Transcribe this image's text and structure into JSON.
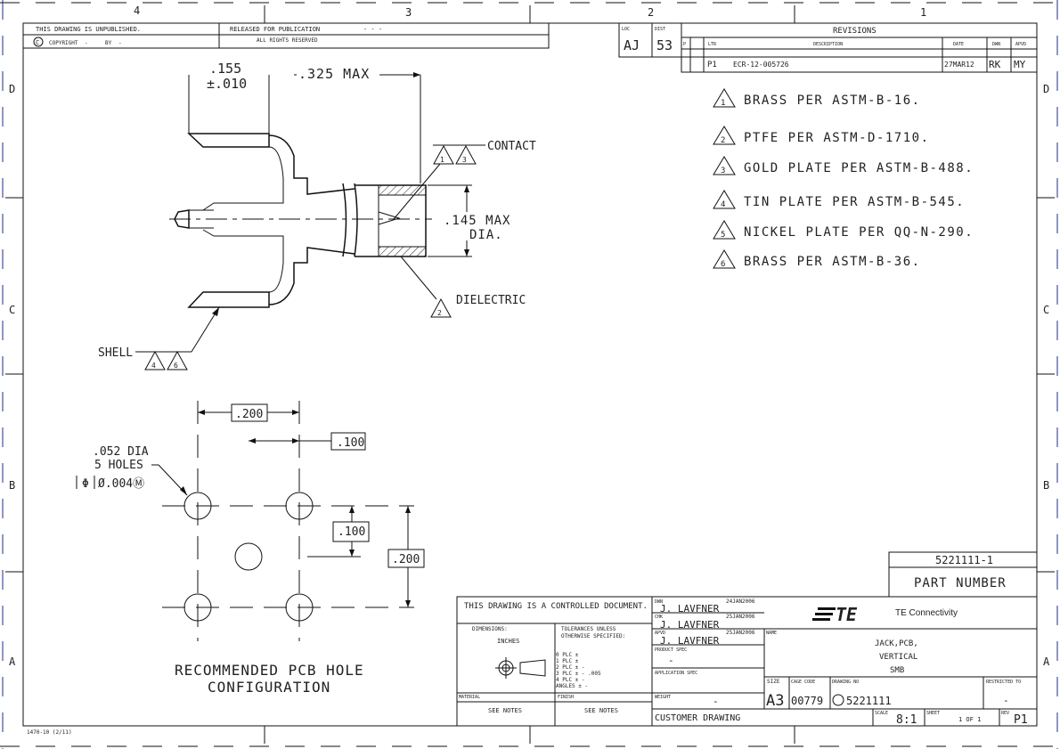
{
  "zones": {
    "columns": [
      "4",
      "3",
      "2",
      "1"
    ],
    "rows": [
      "D",
      "C",
      "B",
      "A"
    ]
  },
  "header": {
    "unpublished": "THIS DRAWING IS UNPUBLISHED.",
    "released": "RELEASED FOR PUBLICATION",
    "copyright": "COPYRIGHT",
    "copyright_by": "BY",
    "rights": "ALL RIGHTS RESERVED",
    "loc_label": "LOC",
    "loc": "AJ",
    "dist_label": "DIST",
    "dist": "53"
  },
  "revisions": {
    "title": "REVISIONS",
    "columns": [
      "P",
      "LTR",
      "DESCRIPTION",
      "DATE",
      "DWN",
      "APVD"
    ],
    "rows": [
      {
        "ltr": "P1",
        "description": "ECR-12-005726",
        "date": "27MAR12",
        "dwn": "RK",
        "apvd": "MY"
      }
    ]
  },
  "notes": [
    {
      "num": "1",
      "text": "BRASS PER ASTM-B-16."
    },
    {
      "num": "2",
      "text": "PTFE PER ASTM-D-1710."
    },
    {
      "num": "3",
      "text": "GOLD PLATE PER ASTM-B-488."
    },
    {
      "num": "4",
      "text": "TIN PLATE PER ASTM-B-545."
    },
    {
      "num": "5",
      "text": "NICKEL PLATE PER QQ-N-290."
    },
    {
      "num": "6",
      "text": "BRASS PER ASTM-B-36."
    }
  ],
  "side_view": {
    "dim_width": ".155",
    "dim_tol": "±.010",
    "dim_length": ".325 MAX",
    "dim_dia": ".145 MAX",
    "dim_dia2": "DIA.",
    "label_contact": "CONTACT",
    "contact_flags": [
      "1",
      "3"
    ],
    "label_dielectric": "DIELECTRIC",
    "dielectric_flag": "2",
    "label_shell": "SHELL",
    "shell_flags": [
      "4",
      "6"
    ]
  },
  "pcb_layout": {
    "dim_200a": ".200",
    "dim_100a": ".100",
    "hole_dia": ".052 DIA",
    "hole_count": "5 HOLES",
    "position_tol": "Ø.004Ⓜ",
    "dim_100b": ".100",
    "dim_200b": ".200",
    "caption1": "RECOMMENDED PCB HOLE",
    "caption2": "CONFIGURATION"
  },
  "title_block": {
    "part_number_value": "5221111-1",
    "part_number_label": "PART NUMBER",
    "controlled": "THIS DRAWING IS A CONTROLLED DOCUMENT.",
    "dwn_label": "DWN",
    "dwn_name": "J. LAVFNER",
    "dwn_date": "24JAN2006",
    "chk_label": "CHK",
    "chk_name": "J. LAVFNER",
    "chk_date": "25JAN2006",
    "apvd_label": "APVD",
    "apvd_name": "J. LAVFNER",
    "apvd_date": "25JAN2006",
    "dimensions_label": "DIMENSIONS:",
    "dimensions_unit": "INCHES",
    "tolerances1": "TOLERANCES UNLESS",
    "tolerances2": "OTHERWISE SPECIFIED:",
    "tol_rows": [
      "0 PLC  ±",
      "1 PLC  ±",
      "2 PLC  ± -",
      "3 PLC  ± - .005",
      "4 PLC  ± -",
      "ANGLES  ± -"
    ],
    "product_spec_label": "PRODUCT SPEC",
    "product_spec": "-",
    "application_spec_label": "APPLICATION SPEC",
    "material_label": "MATERIAL",
    "material": "SEE NOTES",
    "finish_label": "FINISH",
    "finish": "SEE NOTES",
    "weight_label": "WEIGHT",
    "weight": "-",
    "company_logo": "TE",
    "company": "TE Connectivity",
    "name_label": "NAME",
    "name_lines": [
      "JACK,PCB,",
      "VERTICAL",
      "SMB"
    ],
    "size_label": "SIZE",
    "size": "A3",
    "cage_label": "CAGE CODE",
    "cage": "00779",
    "drawing_no_label": "DRAWING NO",
    "drawing_no": "5221111",
    "restricted_label": "RESTRICTED TO",
    "restricted": "-",
    "customer_drawing": "CUSTOMER DRAWING",
    "scale_label": "SCALE",
    "scale": "8:1",
    "sheet_label": "SHEET",
    "sheet": "1 OF 1",
    "rev_label": "REV",
    "rev": "P1"
  },
  "form_number": "1470-10 (2/11)"
}
